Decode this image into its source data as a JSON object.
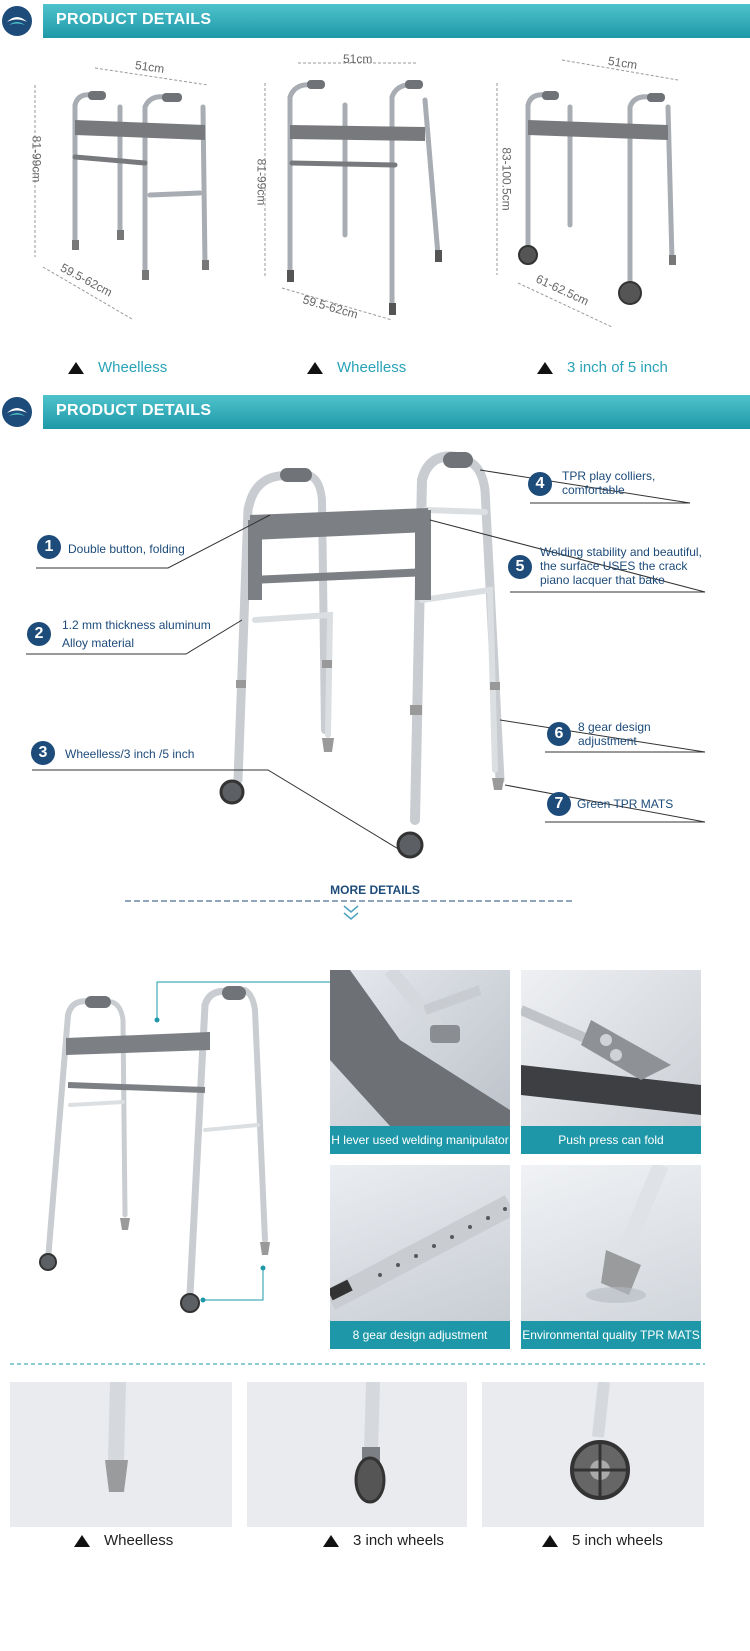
{
  "banner1": {
    "title": "PRODUCT DETAILS"
  },
  "banner2": {
    "title": "PRODUCT DETAILS"
  },
  "walker1": {
    "width": "51cm",
    "height": "81-99cm",
    "depth": "59.5-62cm",
    "caption": "Wheelless"
  },
  "walker2": {
    "width": "51cm",
    "height": "81-99cm",
    "depth": "59.5-62cm",
    "caption": "Wheelless"
  },
  "walker3": {
    "width": "51cm",
    "height": "83-100.5cm",
    "depth": "61-62.5cm",
    "caption": "3 inch of 5 inch"
  },
  "callouts": [
    {
      "num": "1",
      "text": "Double button, folding"
    },
    {
      "num": "2",
      "line1": "1.2 mm thickness aluminum",
      "line2": "Alloy material"
    },
    {
      "num": "3",
      "text": "Wheelless/3 inch /5 inch"
    },
    {
      "num": "4",
      "line1": "TPR play colliers,",
      "line2": "comfortable"
    },
    {
      "num": "5",
      "line1": "Welding stability and beautiful,",
      "line2": "the surface USES the crack",
      "line3": "piano lacquer that bake"
    },
    {
      "num": "6",
      "line1": "8 gear design",
      "line2": "adjustment"
    },
    {
      "num": "7",
      "text": "Green TPR MATS"
    }
  ],
  "more_details": "MORE DETAILS",
  "detail_photos": [
    {
      "caption": "H lever used welding manipulator"
    },
    {
      "caption": "Push press can fold"
    },
    {
      "caption": "8 gear design adjustment"
    },
    {
      "caption": "Environmental quality TPR MATS"
    }
  ],
  "bottom_photos": [
    {
      "caption": "Wheelless"
    },
    {
      "caption": "3 inch wheels"
    },
    {
      "caption": "5 inch wheels"
    }
  ],
  "colors": {
    "accent": "#1e98a8",
    "navy": "#1d4b7a",
    "caption_teal": "#2aa3b8"
  }
}
